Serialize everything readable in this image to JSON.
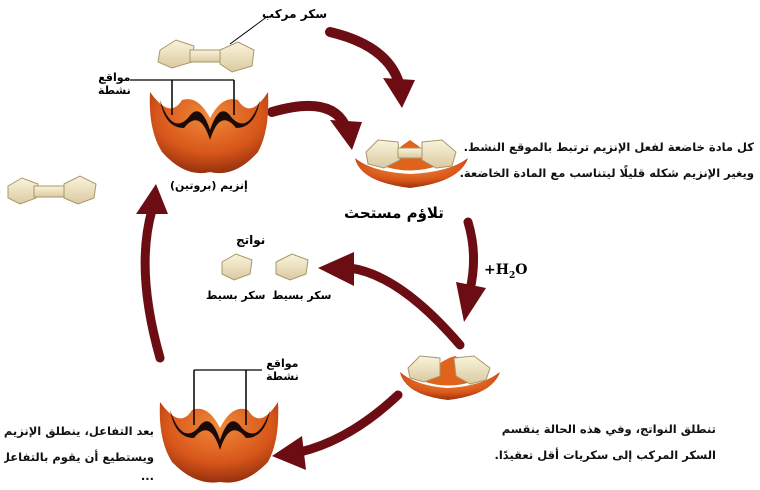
{
  "labels": {
    "complex_sugar": "سكر مركب",
    "active_site_top_line1": "مواقع",
    "active_site_top_line2": "نشطة",
    "enzyme_protein": "إنزيم (بروتين)",
    "induced_fit": "تلاؤم مستحث",
    "products": "نواتج",
    "simple_sugar_1": "سكر بسيط",
    "simple_sugar_2": "سكر بسيط",
    "active_site_bottom_line1": "مواقع",
    "active_site_bottom_line2": "نشطة",
    "water_prefix": "+H",
    "water_sub": "2",
    "water_suffix": "O"
  },
  "captions": {
    "right_top_line1": "كل مادة خاضعة لفعل الإنزيم ترتبط بالموقع النشط.",
    "right_top_line2": "ويغير الإنزيم شكله قليلًا ليتناسب مع المادة الخاضعة.",
    "right_bottom_line1": "تنطلق النواتج، وفي هذه الحالة ينقسم",
    "right_bottom_line2": "السكر المركب إلى سكريات أقل تعقيدًا.",
    "left_bottom_line1": "بعد التفاعل، ينطلق الإنزيم",
    "left_bottom_line2": "ويستطيع أن يقوم بالتفاعل ن",
    "left_bottom_line3": "..."
  },
  "colors": {
    "arrow": "#6b0d13",
    "enzyme_outer": "#e0631c",
    "enzyme_dark": "#1a0b08",
    "sugar_fill": "#efe4bf",
    "sugar_stroke": "#a8976a"
  }
}
